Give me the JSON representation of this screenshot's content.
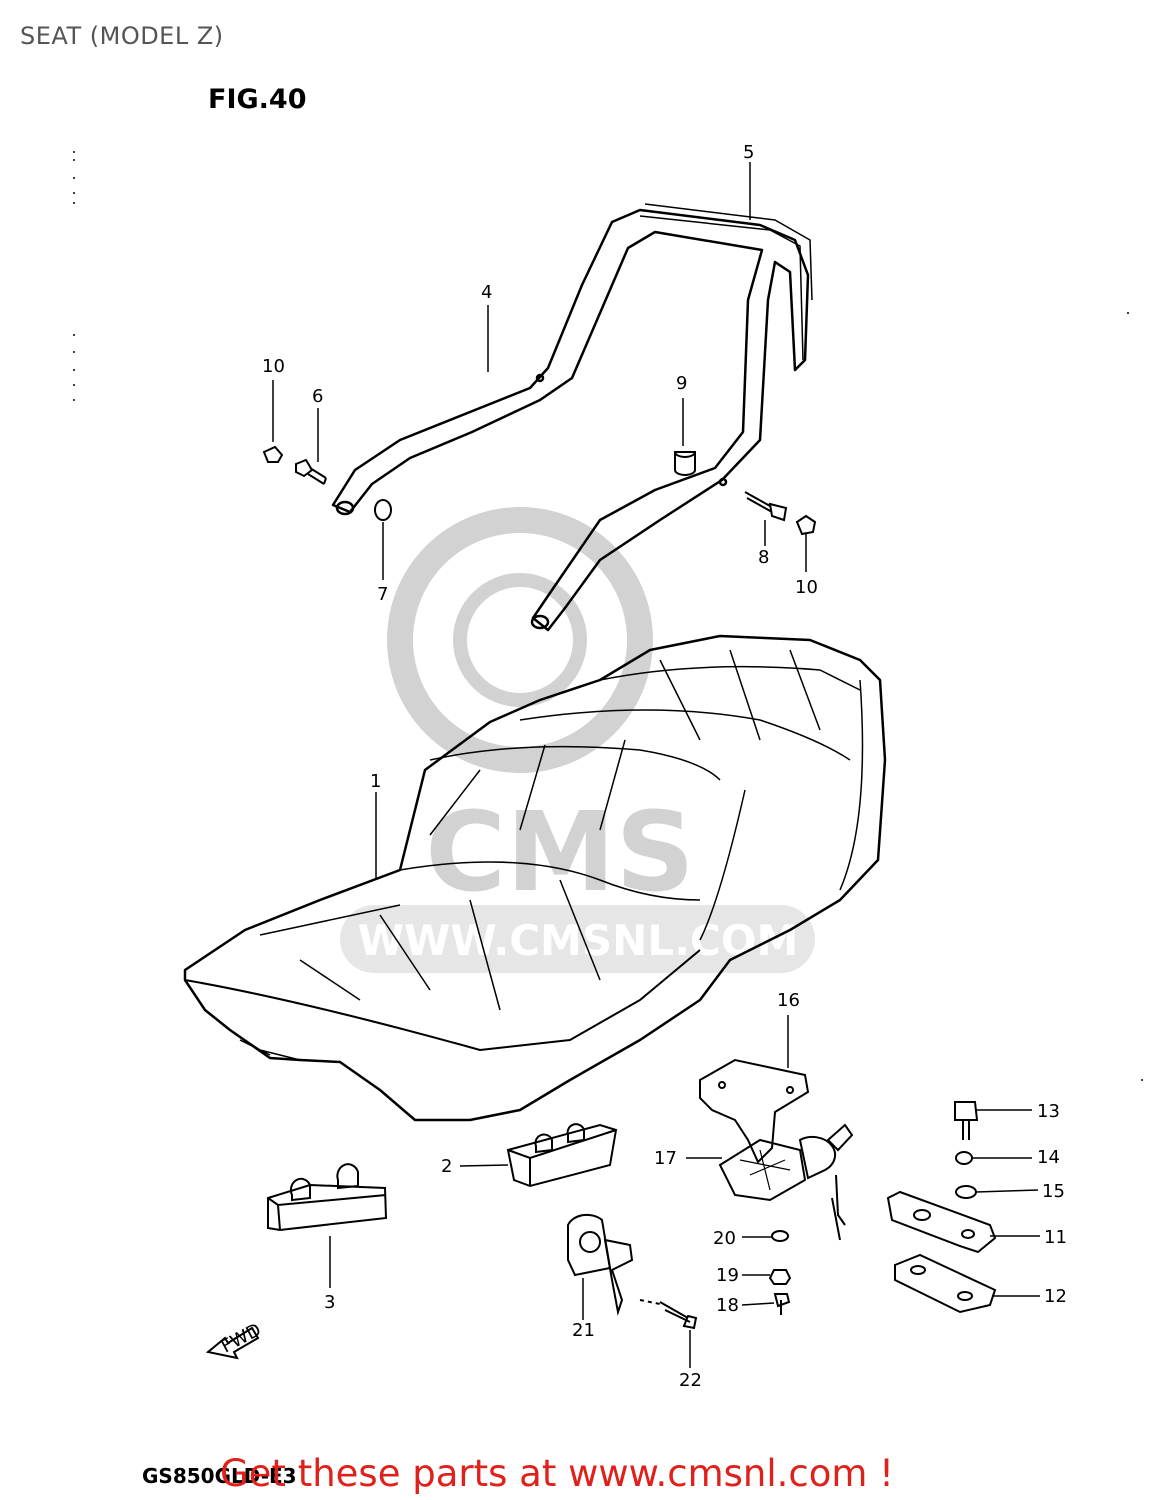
{
  "header": {
    "title": "SEAT (MODEL Z)"
  },
  "figure": {
    "label": "FIG.40",
    "model_code": "GS850GLD-E3"
  },
  "watermark": {
    "text": "WWW.CMSNL.COM",
    "logo_text": "CMS"
  },
  "arrow": {
    "label": "FWD"
  },
  "callouts": [
    {
      "id": "c1",
      "label": "1"
    },
    {
      "id": "c2",
      "label": "2"
    },
    {
      "id": "c3",
      "label": "3"
    },
    {
      "id": "c4",
      "label": "4"
    },
    {
      "id": "c5",
      "label": "5"
    },
    {
      "id": "c6",
      "label": "6"
    },
    {
      "id": "c7",
      "label": "7"
    },
    {
      "id": "c8",
      "label": "8"
    },
    {
      "id": "c9",
      "label": "9"
    },
    {
      "id": "c10a",
      "label": "10"
    },
    {
      "id": "c10b",
      "label": "10"
    },
    {
      "id": "c11",
      "label": "11"
    },
    {
      "id": "c12",
      "label": "12"
    },
    {
      "id": "c13",
      "label": "13"
    },
    {
      "id": "c14",
      "label": "14"
    },
    {
      "id": "c15",
      "label": "15"
    },
    {
      "id": "c16",
      "label": "16"
    },
    {
      "id": "c17",
      "label": "17"
    },
    {
      "id": "c18",
      "label": "18"
    },
    {
      "id": "c19",
      "label": "19"
    },
    {
      "id": "c20",
      "label": "20"
    },
    {
      "id": "c21",
      "label": "21"
    },
    {
      "id": "c22",
      "label": "22"
    }
  ],
  "footer": {
    "cta": "Get these parts at www.cmsnl.com !"
  }
}
